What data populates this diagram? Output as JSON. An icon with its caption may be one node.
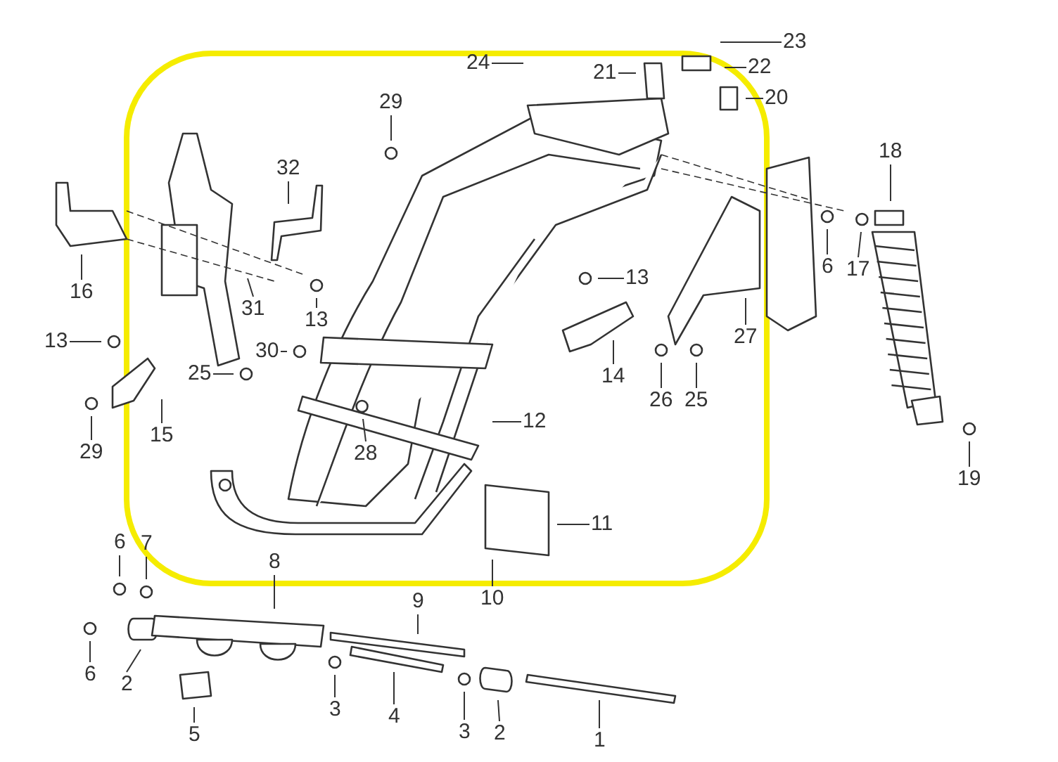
{
  "diagram": {
    "nodes": [
      {
        "text": [
          "23"
        ]
      },
      {
        "text": [
          "24"
        ]
      },
      {
        "text": [
          "22"
        ]
      },
      {
        "text": [
          "21"
        ]
      },
      {
        "text": [
          "20"
        ]
      },
      {
        "text": [
          "29"
        ]
      },
      {
        "text": [
          "18"
        ]
      },
      {
        "text": [
          "32"
        ]
      },
      {
        "text": [
          "6"
        ]
      },
      {
        "text": [
          "17"
        ]
      },
      {
        "text": [
          "13"
        ]
      },
      {
        "text": [
          "16"
        ]
      },
      {
        "text": [
          "31"
        ]
      },
      {
        "text": [
          "13"
        ]
      },
      {
        "text": [
          "27"
        ]
      },
      {
        "text": [
          "13"
        ]
      },
      {
        "text": [
          "30"
        ]
      },
      {
        "text": [
          "25"
        ]
      },
      {
        "text": [
          "14"
        ]
      },
      {
        "text": [
          "26"
        ]
      },
      {
        "text": [
          "25"
        ]
      },
      {
        "text": [
          "12"
        ]
      },
      {
        "text": [
          "15"
        ]
      },
      {
        "text": [
          "29"
        ]
      },
      {
        "text": [
          "28"
        ]
      },
      {
        "text": [
          "19"
        ]
      },
      {
        "text": [
          "11"
        ]
      },
      {
        "text": [
          "6"
        ]
      },
      {
        "text": [
          "7"
        ]
      },
      {
        "text": [
          "8"
        ]
      },
      {
        "text": [
          "9"
        ]
      },
      {
        "text": [
          "10"
        ]
      },
      {
        "text": [
          "6"
        ]
      },
      {
        "text": [
          "2"
        ]
      },
      {
        "text": [
          "3"
        ]
      },
      {
        "text": [
          "4"
        ]
      },
      {
        "text": [
          "3"
        ]
      },
      {
        "text": [
          "2"
        ]
      },
      {
        "text": [
          "5"
        ]
      },
      {
        "text": [
          "1"
        ]
      }
    ],
    "edges": [
      {
        "from": 0,
        "to": null,
        "arrow": "none"
      },
      {
        "from": 1,
        "to": null,
        "arrow": "none"
      },
      {
        "from": 2,
        "to": null,
        "arrow": "none"
      },
      {
        "from": 3,
        "to": null,
        "arrow": "none"
      },
      {
        "from": 4,
        "to": null,
        "arrow": "none"
      },
      {
        "from": 5,
        "to": null,
        "arrow": "none"
      },
      {
        "from": 6,
        "to": null,
        "arrow": "none"
      },
      {
        "from": 7,
        "to": null,
        "arrow": "none"
      },
      {
        "from": 8,
        "to": null,
        "arrow": "none"
      },
      {
        "from": 9,
        "to": null,
        "arrow": "none"
      },
      {
        "from": 10,
        "to": null,
        "arrow": "none"
      },
      {
        "from": 11,
        "to": null,
        "arrow": "none"
      },
      {
        "from": 12,
        "to": null,
        "arrow": "none"
      },
      {
        "from": 13,
        "to": null,
        "arrow": "none"
      },
      {
        "from": 14,
        "to": null,
        "arrow": "none"
      },
      {
        "from": 15,
        "to": null,
        "arrow": "none"
      },
      {
        "from": 16,
        "to": null,
        "arrow": "none"
      },
      {
        "from": 17,
        "to": null,
        "arrow": "none"
      },
      {
        "from": 18,
        "to": null,
        "arrow": "none"
      },
      {
        "from": 19,
        "to": null,
        "arrow": "none"
      },
      {
        "from": 20,
        "to": null,
        "arrow": "none"
      },
      {
        "from": 21,
        "to": null,
        "arrow": "none"
      },
      {
        "from": 22,
        "to": null,
        "arrow": "none"
      },
      {
        "from": 23,
        "to": null,
        "arrow": "none"
      },
      {
        "from": 24,
        "to": null,
        "arrow": "none"
      },
      {
        "from": 25,
        "to": null,
        "arrow": "none"
      },
      {
        "from": 26,
        "to": null,
        "arrow": "none"
      },
      {
        "from": 27,
        "to": null,
        "arrow": "none"
      },
      {
        "from": 28,
        "to": null,
        "arrow": "none"
      },
      {
        "from": 29,
        "to": null,
        "arrow": "none"
      },
      {
        "from": 30,
        "to": null,
        "arrow": "none"
      },
      {
        "from": 31,
        "to": null,
        "arrow": "none"
      },
      {
        "from": 32,
        "to": null,
        "arrow": "none"
      },
      {
        "from": 33,
        "to": null,
        "arrow": "none"
      },
      {
        "from": 34,
        "to": null,
        "arrow": "none"
      },
      {
        "from": 35,
        "to": null,
        "arrow": "none"
      },
      {
        "from": 36,
        "to": null,
        "arrow": "none"
      },
      {
        "from": 37,
        "to": null,
        "arrow": "none"
      },
      {
        "from": 38,
        "to": null,
        "arrow": "none"
      },
      {
        "from": 39,
        "to": null,
        "arrow": "none"
      }
    ]
  }
}
